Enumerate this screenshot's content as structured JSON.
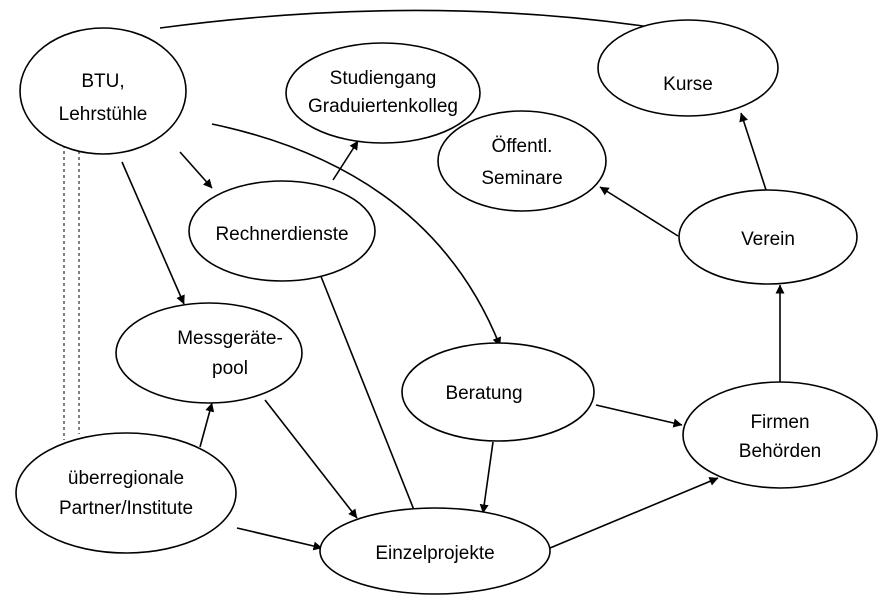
{
  "nodes": {
    "btu": {
      "lines": [
        "BTU,",
        "Lehrstühle"
      ]
    },
    "studiengang": {
      "lines": [
        "Studiengang",
        "Graduiertenkolleg"
      ]
    },
    "kurse": {
      "lines": [
        "Kurse"
      ]
    },
    "seminare": {
      "lines": [
        "Öffentl.",
        "Seminare"
      ]
    },
    "rechnerdienste": {
      "lines": [
        "Rechnerdienste"
      ]
    },
    "verein": {
      "lines": [
        "Verein"
      ]
    },
    "messgeraete": {
      "lines": [
        "Messgeräte-",
        "pool"
      ]
    },
    "beratung": {
      "lines": [
        "Beratung"
      ]
    },
    "firmen": {
      "lines": [
        "Firmen",
        "Behörden"
      ]
    },
    "partner": {
      "lines": [
        "überregionale",
        "Partner/Institute"
      ]
    },
    "einzelprojekte": {
      "lines": [
        "Einzelprojekte"
      ]
    }
  },
  "edges": [
    {
      "from": "btu",
      "to": "kurse"
    },
    {
      "from": "btu",
      "to": "rechnerdienste"
    },
    {
      "from": "btu",
      "to": "messgeraete"
    },
    {
      "from": "btu",
      "to": "beratung"
    },
    {
      "from": "rechnerdienste",
      "to": "studiengang"
    },
    {
      "from": "rechnerdienste",
      "to": "einzelprojekte"
    },
    {
      "from": "verein",
      "to": "kurse"
    },
    {
      "from": "verein",
      "to": "seminare"
    },
    {
      "from": "firmen",
      "to": "verein"
    },
    {
      "from": "beratung",
      "to": "firmen"
    },
    {
      "from": "beratung",
      "to": "einzelprojekte"
    },
    {
      "from": "messgeraete",
      "to": "einzelprojekte"
    },
    {
      "from": "partner",
      "to": "messgeraete"
    },
    {
      "from": "partner",
      "to": "einzelprojekte"
    },
    {
      "from": "einzelprojekte",
      "to": "firmen"
    },
    {
      "from": "btu",
      "to": "partner",
      "style": "double-dashed"
    }
  ]
}
